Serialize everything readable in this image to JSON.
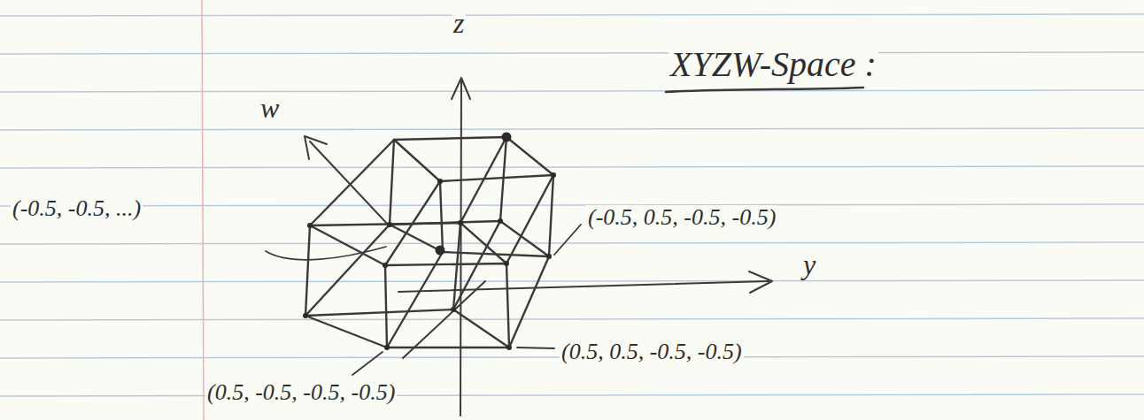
{
  "diagram": {
    "title": "XYZW-Space :",
    "labels": [
      "z",
      "w",
      "y",
      "(-0.5, -0.5, ...)",
      "(-0.5, 0.5, -0.5, -0.5)",
      "(0.5, 0.5, -0.5, -0.5)",
      "(0.5, -0.5, -0.5, -0.5)"
    ]
  }
}
